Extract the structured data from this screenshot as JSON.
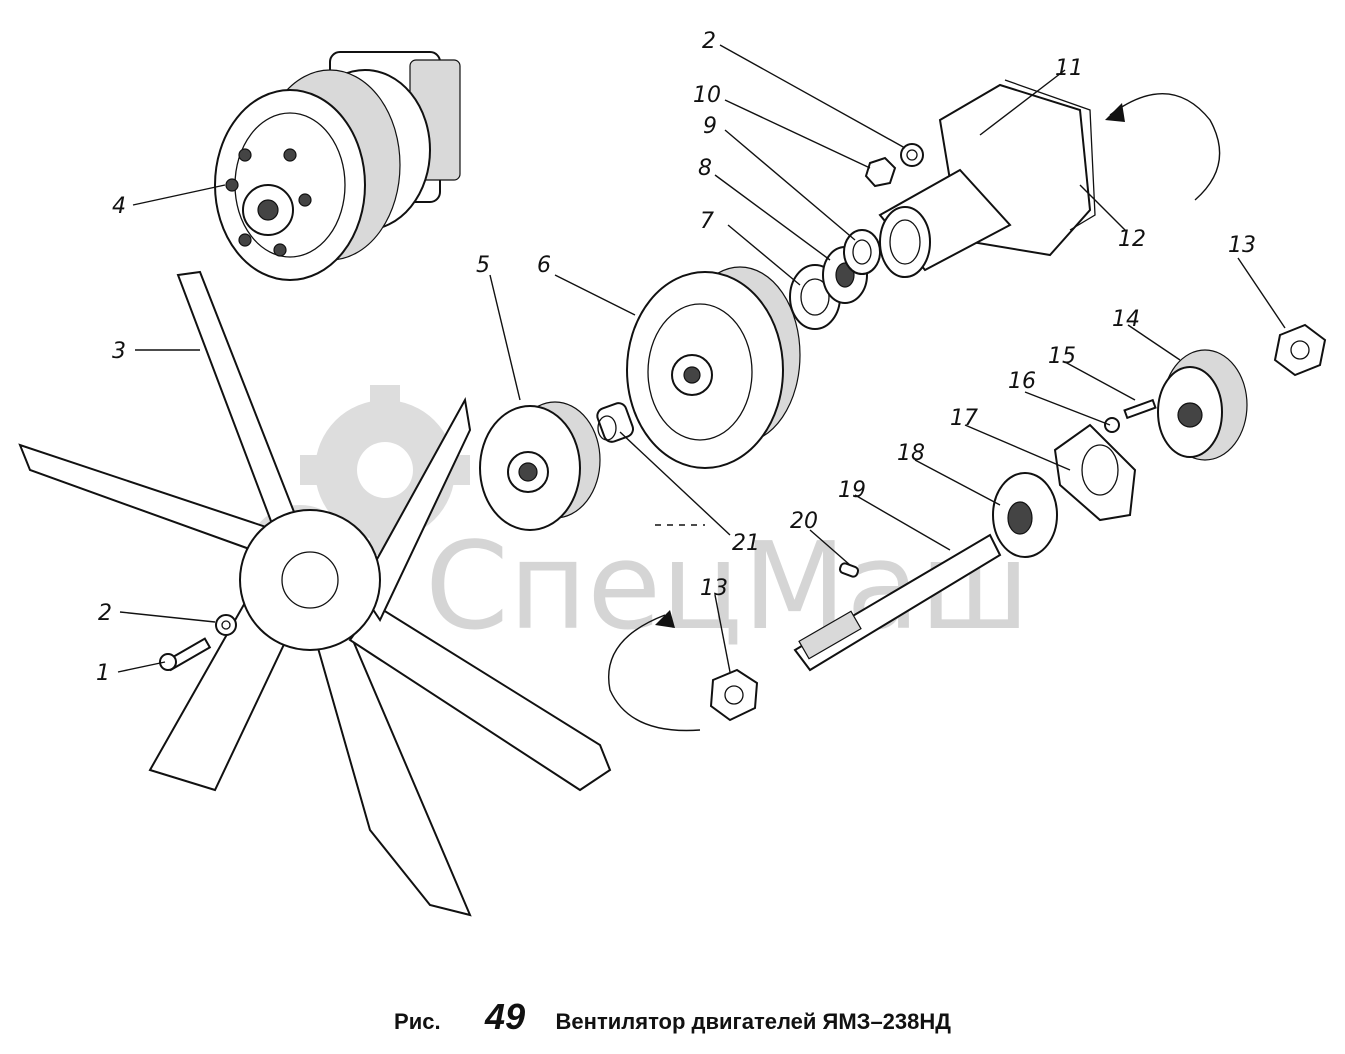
{
  "caption": {
    "prefix": "Рис.",
    "number": "49",
    "title": "Вентилятор двигателей ЯМЗ–238НД"
  },
  "watermark": {
    "text": "СпецМаш"
  },
  "callouts": {
    "c1": "1",
    "c2a": "2",
    "c2b": "2",
    "c3": "3",
    "c4": "4",
    "c5": "5",
    "c6": "6",
    "c7": "7",
    "c8": "8",
    "c9": "9",
    "c10": "10",
    "c11": "11",
    "c12": "12",
    "c13a": "13",
    "c13b": "13",
    "c14": "14",
    "c15": "15",
    "c16": "16",
    "c17": "17",
    "c18": "18",
    "c19": "19",
    "c20": "20",
    "c21": "21"
  }
}
